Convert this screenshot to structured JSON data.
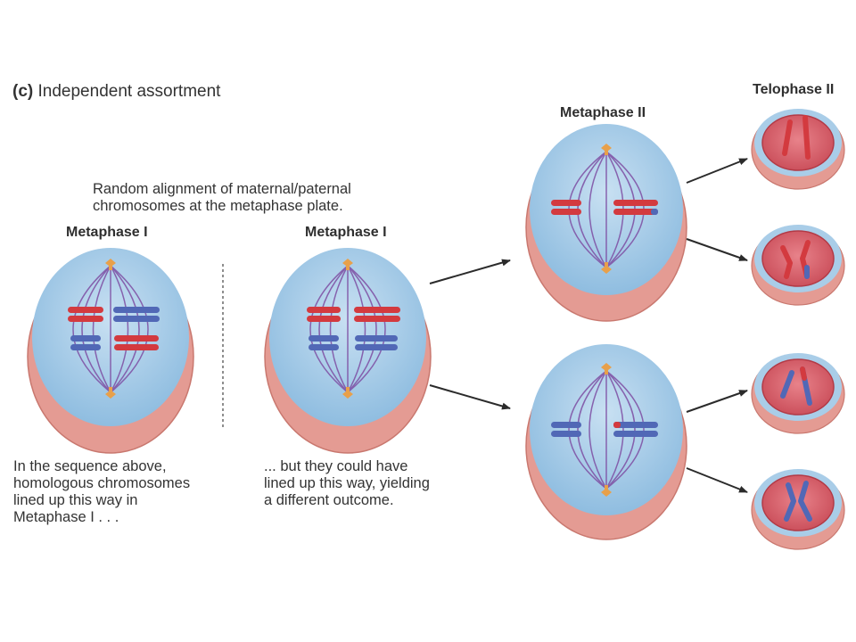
{
  "figure": {
    "part_label": "(c)",
    "part_title": "Independent assortment"
  },
  "captions": {
    "random_alignment": [
      "Random alignment of maternal/paternal",
      "chromosomes at the metaphase plate."
    ],
    "left_cell": [
      "In the sequence above,",
      "homologous chromosomes",
      "lined up this way in",
      "Metaphase I . . ."
    ],
    "right_cell": [
      "... but they could have",
      "lined up this way, yielding",
      "a different outcome."
    ]
  },
  "stages": {
    "metaphase_1_left": "Metaphase I",
    "metaphase_1_right": "Metaphase I",
    "metaphase_2": "Metaphase II",
    "telophase_2": "Telophase II"
  },
  "colors": {
    "cytoplasm": "#a9cde8",
    "cell_wall": "#e7a29a",
    "nucleus": "#d9646e",
    "spindle": "#7e4ea3",
    "maternal": "#d33a3f",
    "paternal": "#5168b6",
    "centrosome": "#e8a04a"
  }
}
